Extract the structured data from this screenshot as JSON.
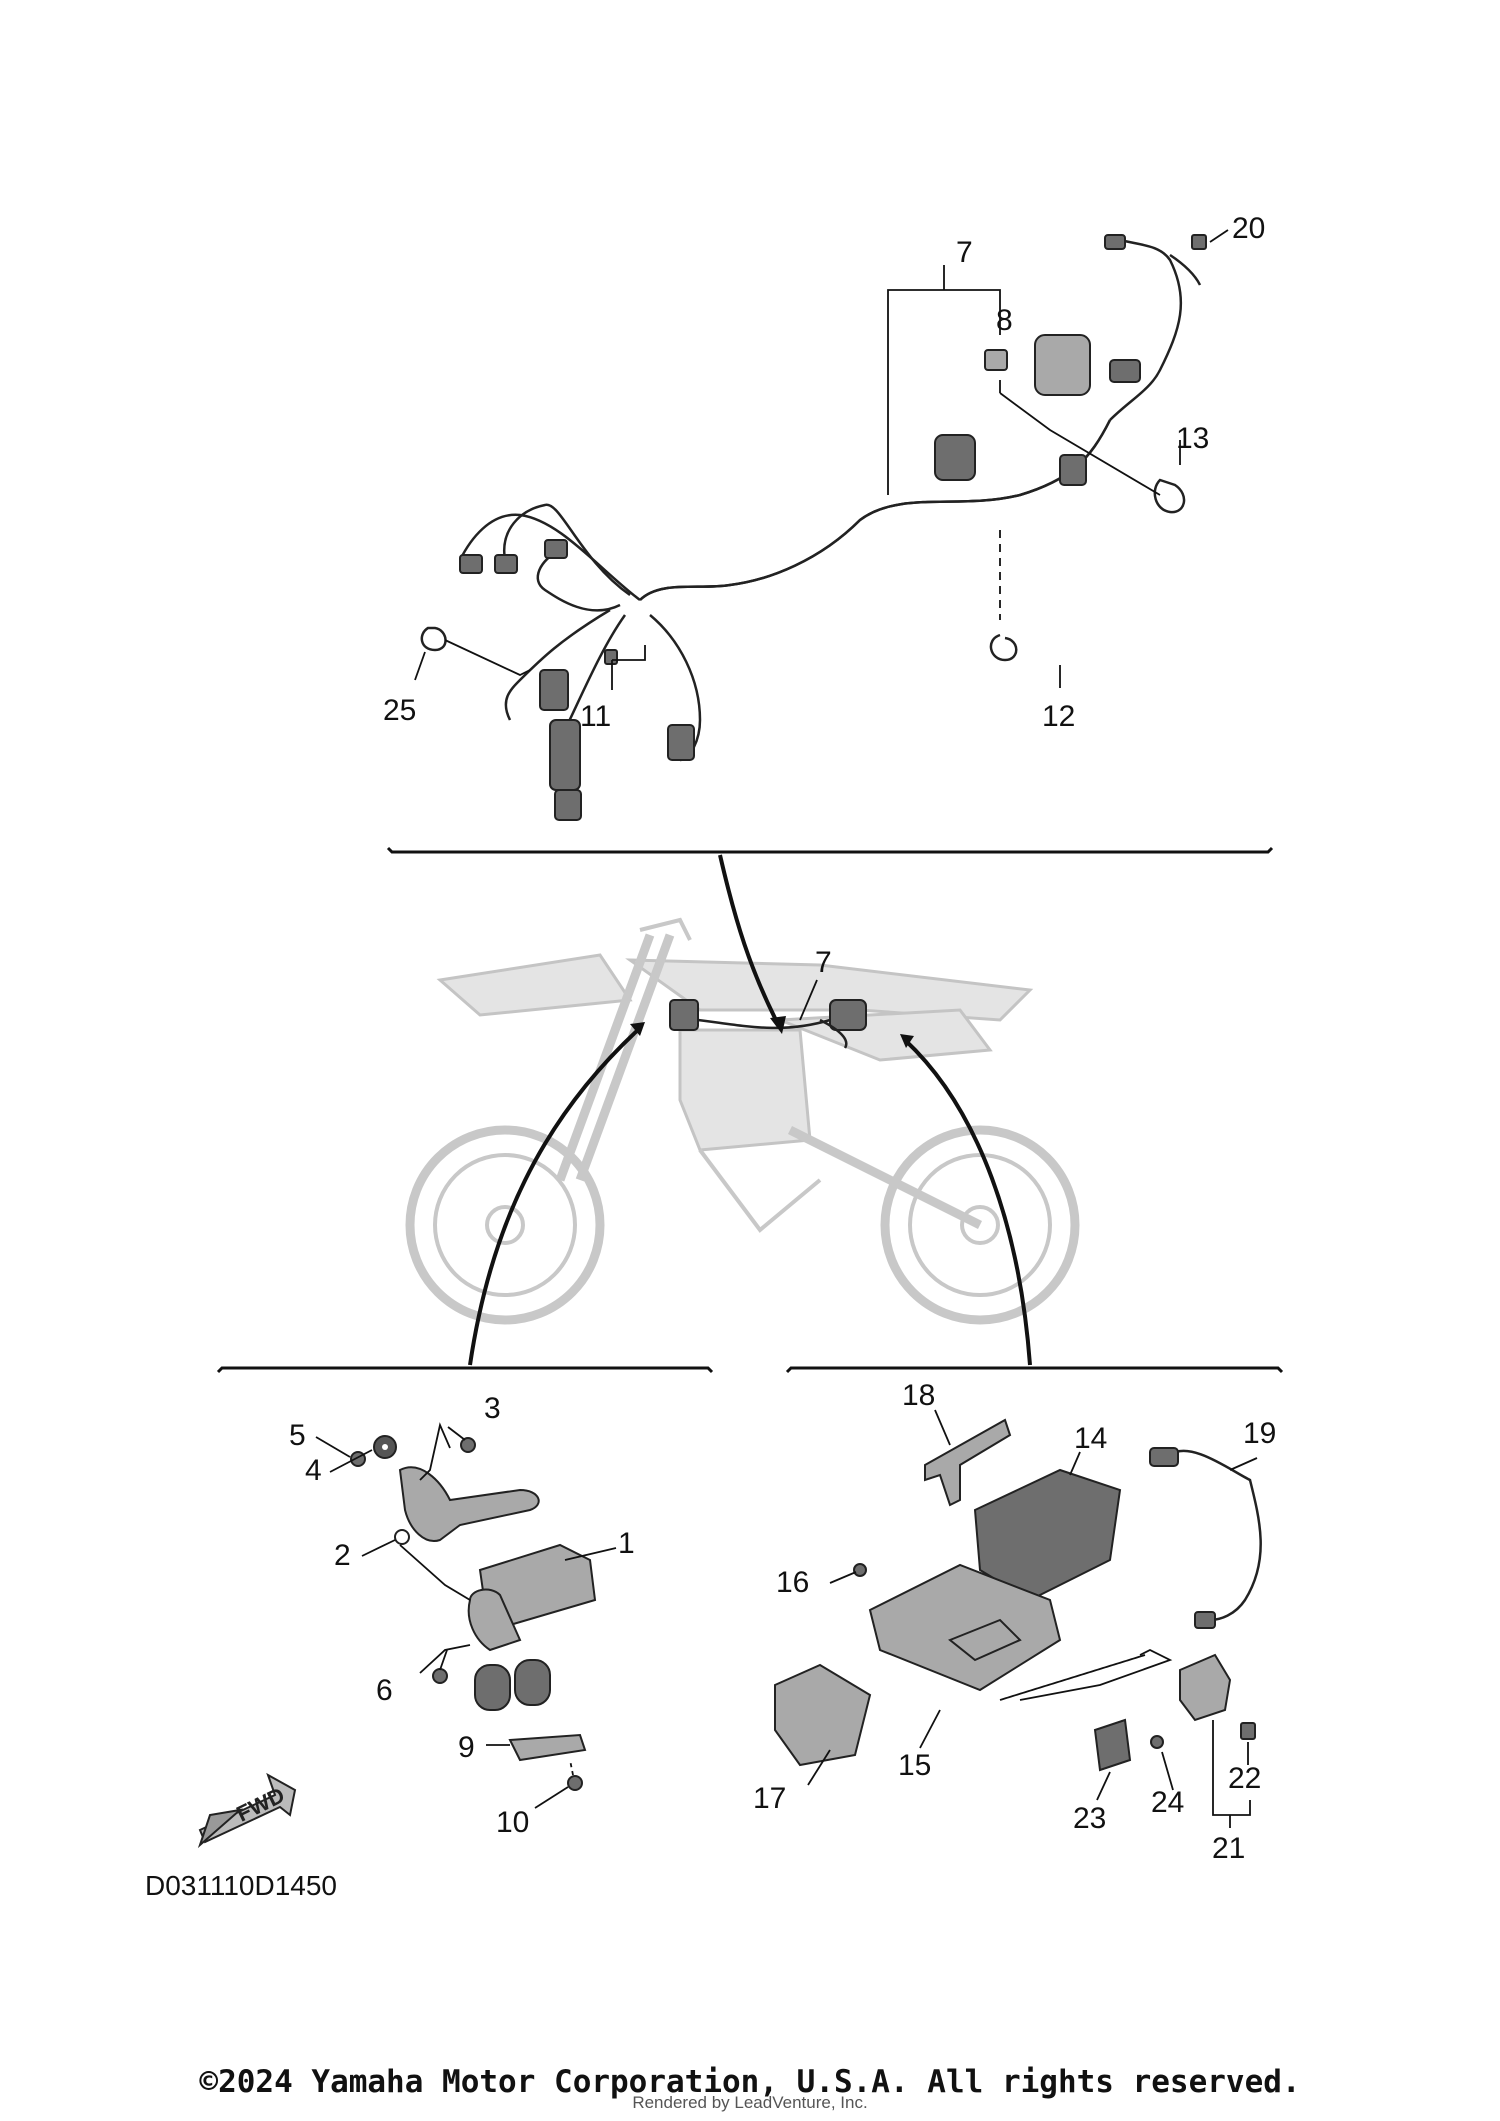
{
  "callouts": {
    "c1": "1",
    "c2": "2",
    "c3": "3",
    "c4": "4",
    "c5": "5",
    "c6": "6",
    "c7_top": "7",
    "c7_bike": "7",
    "c8": "8",
    "c9": "9",
    "c10": "10",
    "c11": "11",
    "c12": "12",
    "c13": "13",
    "c14": "14",
    "c15": "15",
    "c16": "16",
    "c17": "17",
    "c18": "18",
    "c19": "19",
    "c20": "20",
    "c21": "21",
    "c22": "22",
    "c23": "23",
    "c24": "24",
    "c25": "25"
  },
  "diagram_code": "D031110D1450",
  "fwd_label": "FWD",
  "copyright": "©2024 Yamaha Motor Corporation, U.S.A. All rights reserved.",
  "watermark": "Rendered by LeadVenture, Inc.",
  "icons": [
    "fwd-arrow-icon"
  ]
}
